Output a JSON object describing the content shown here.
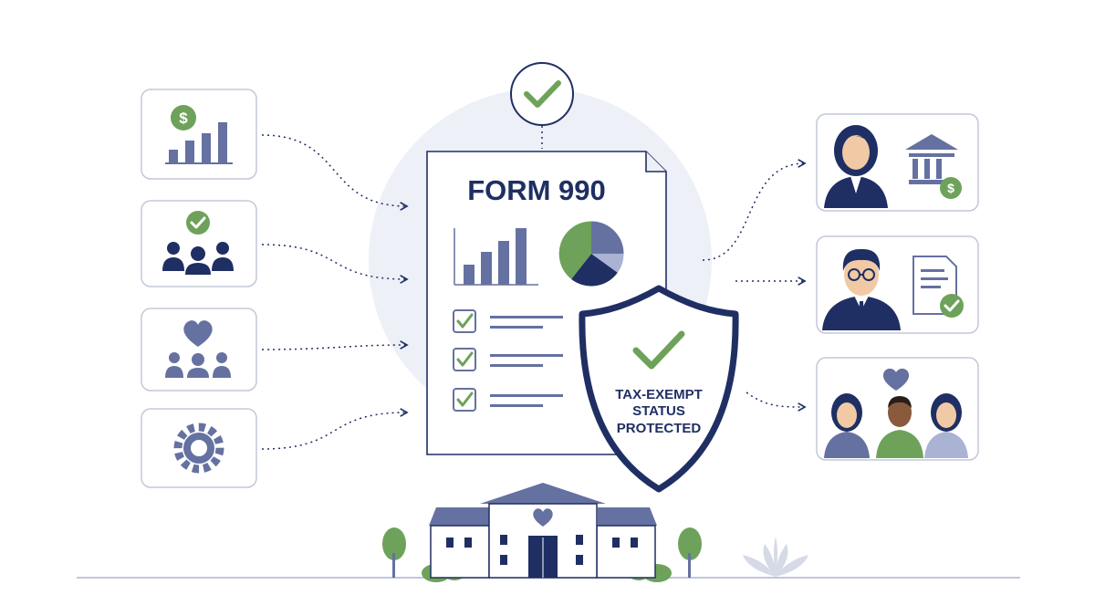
{
  "form": {
    "title": "FORM 990"
  },
  "shield": {
    "line1": "TAX-EXEMPT",
    "line2": "STATUS",
    "line3": "PROTECTED"
  },
  "icons": {
    "left": [
      "dollar-bar-chart-icon",
      "community-group-icon",
      "heart-people-icon",
      "gear-icon"
    ],
    "right": [
      "advisor-bank-icon",
      "reviewer-document-icon",
      "beneficiaries-icon"
    ],
    "top": "approval-check-icon",
    "bottom": "nonprofit-building-icon"
  },
  "colors": {
    "navy": "#1f2f63",
    "slate": "#6571a0",
    "green": "#6ea25a",
    "light_blue": "#aab3d3",
    "border": "#c3c8d8",
    "halo": "#eef0f7"
  }
}
